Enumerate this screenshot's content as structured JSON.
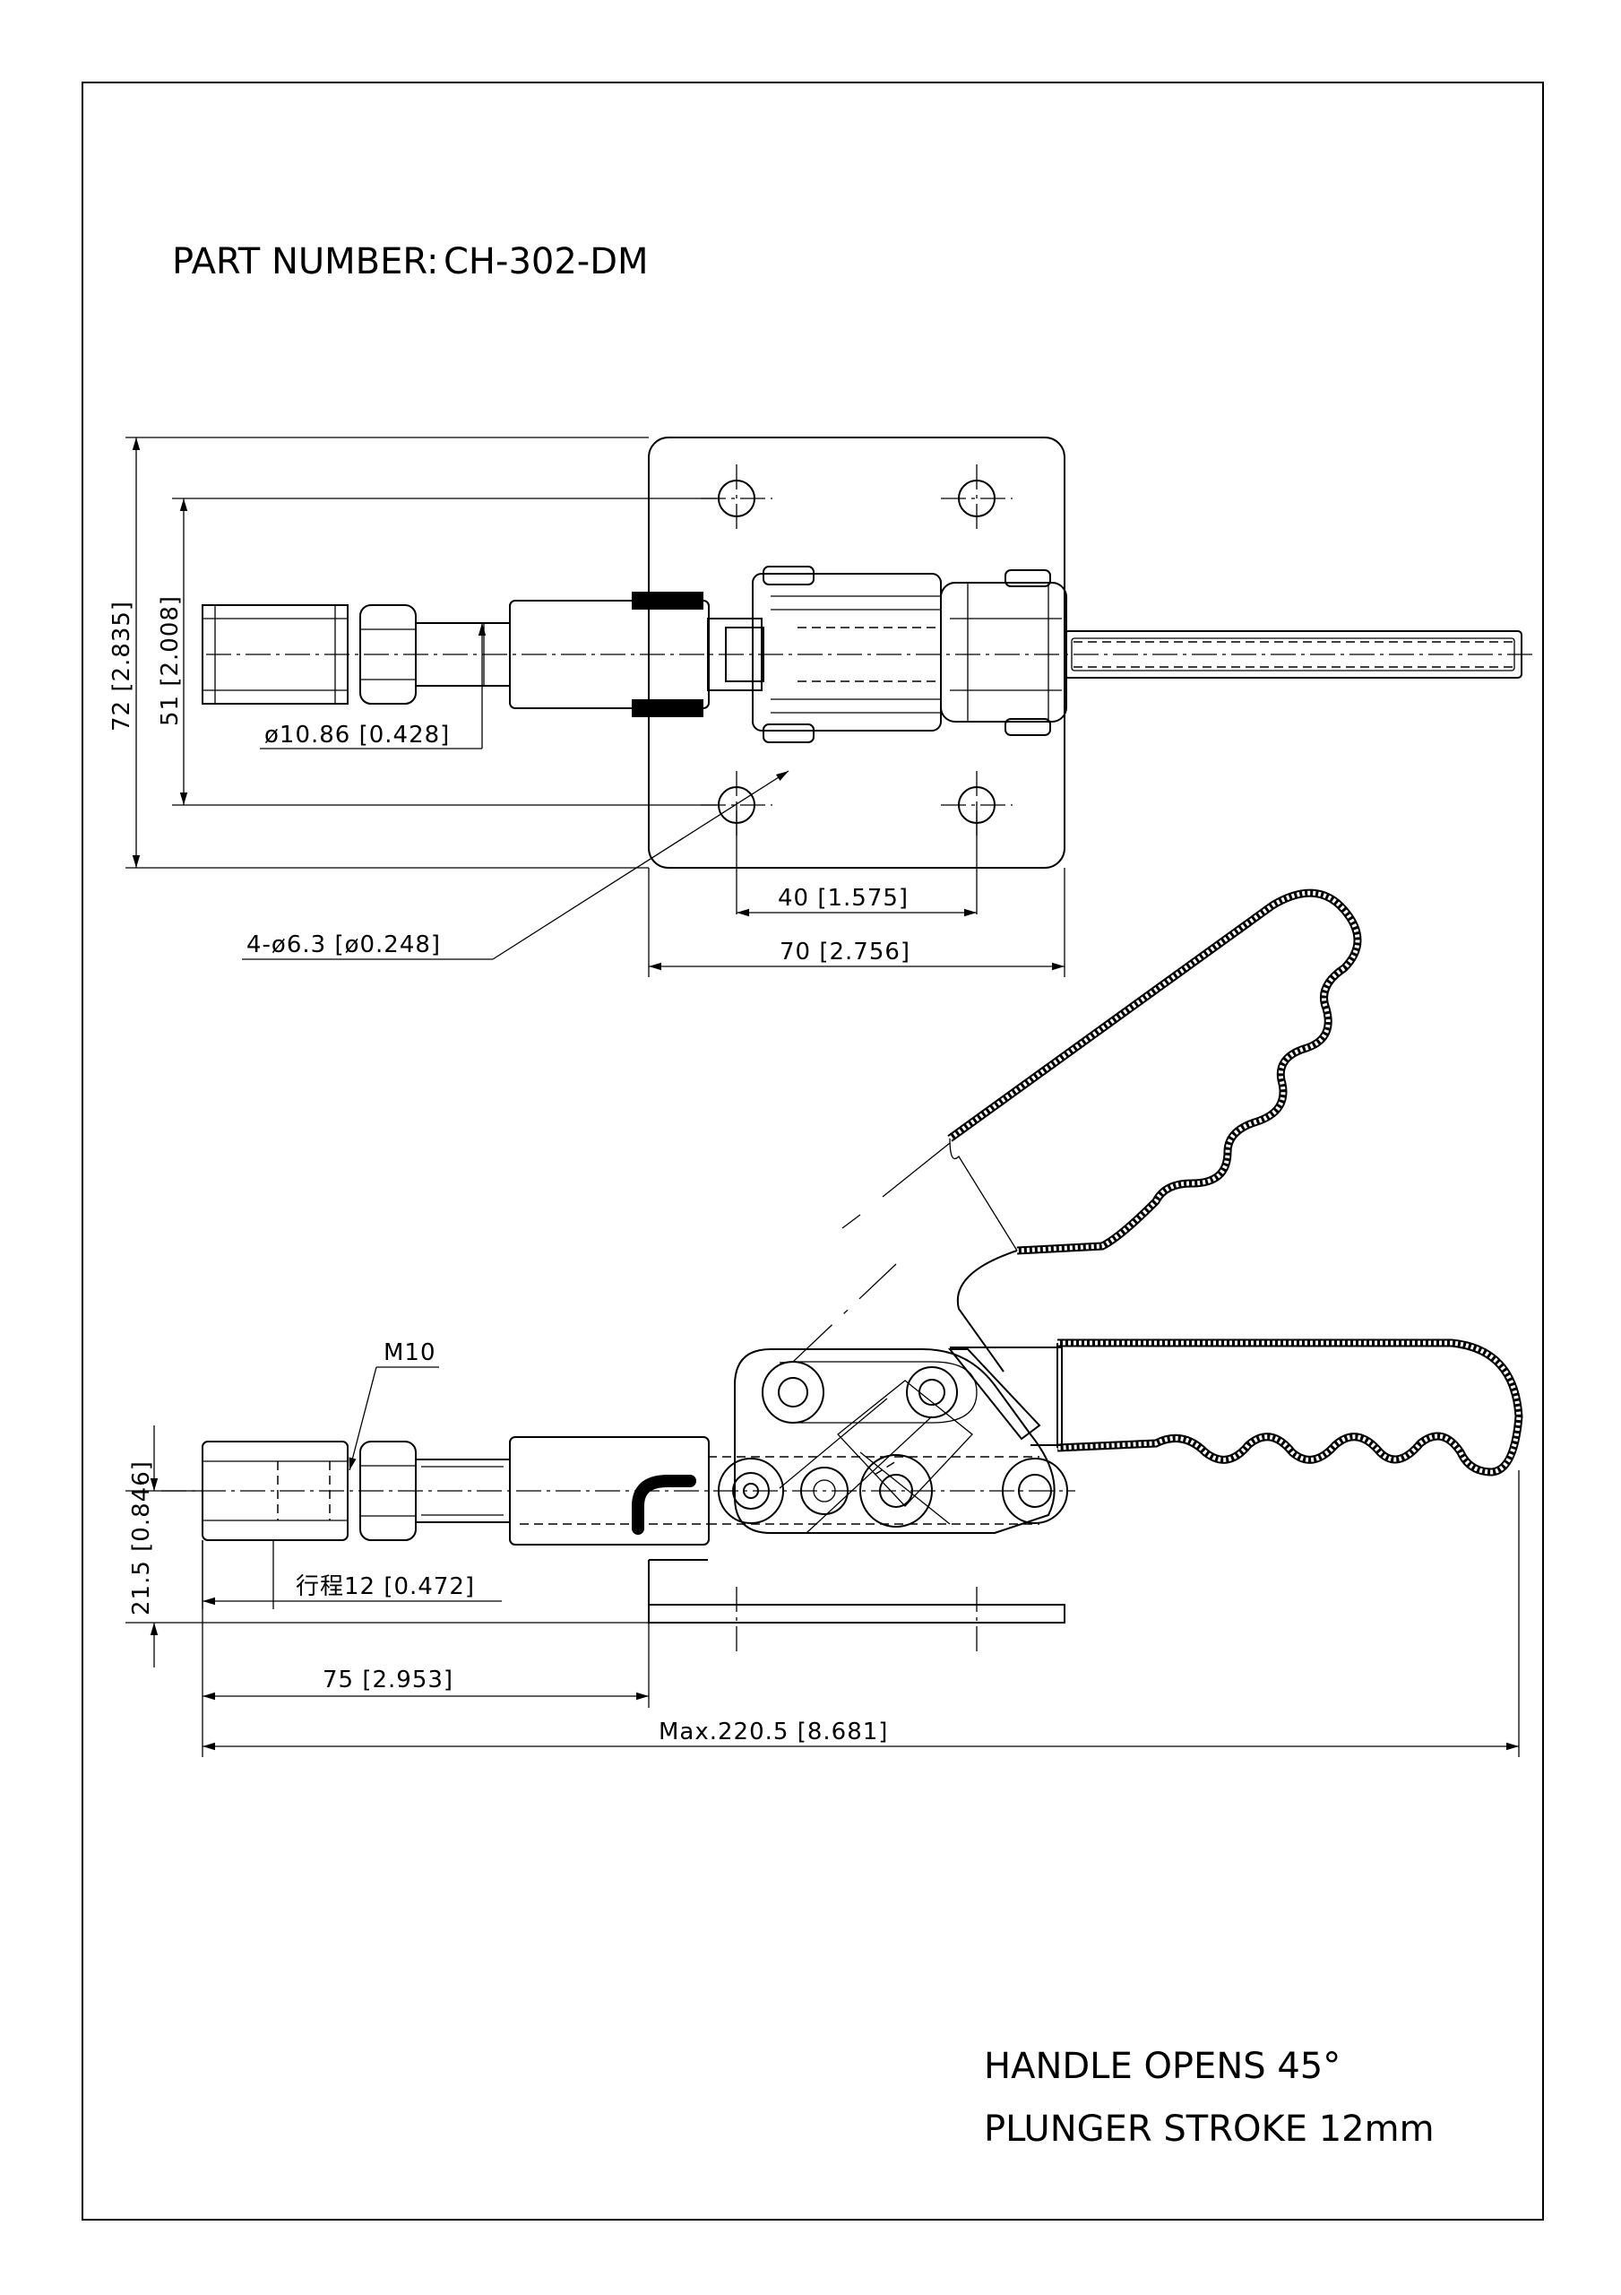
{
  "part": {
    "label": "PART NUMBER:",
    "number": "CH-302-DM"
  },
  "dimensions": {
    "overall_height": "72 [2.835]",
    "hole_spacing_vertical": "51 [2.008]",
    "plunger_diameter": "ø10.86 [0.428]",
    "hole_callout": "4-ø6.3 [ø0.248]",
    "hole_spacing_horizontal": "40 [1.575]",
    "base_width": "70 [2.756]",
    "thread": "M10",
    "center_height": "21.5 [0.846]",
    "stroke": "行程12 [0.472]",
    "plunger_reach": "75 [2.953]",
    "max_length": "Max.220.5 [8.681]"
  },
  "notes": {
    "handle": "HANDLE OPENS 45°",
    "stroke": "PLUNGER STROKE 12mm"
  }
}
